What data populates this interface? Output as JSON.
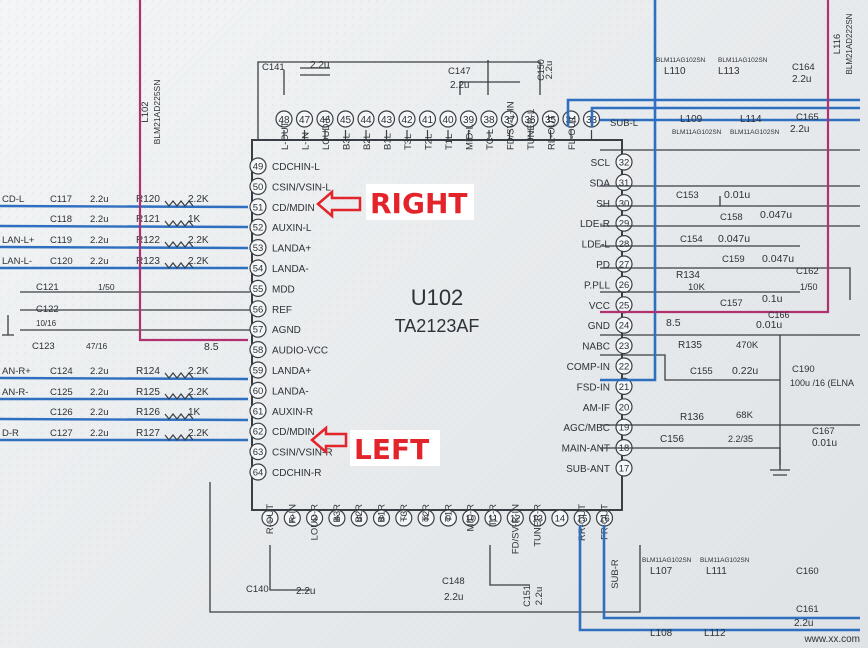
{
  "chip": {
    "ref": "U102",
    "part": "TA2123AF"
  },
  "top_pins": [
    {
      "num": "48",
      "name": "L-OUT"
    },
    {
      "num": "47",
      "name": "L-IN"
    },
    {
      "num": "46",
      "name": "LOUD-L"
    },
    {
      "num": "45",
      "name": "B3L"
    },
    {
      "num": "44",
      "name": "B2L"
    },
    {
      "num": "43",
      "name": "B1L"
    },
    {
      "num": "42",
      "name": "T3L"
    },
    {
      "num": "41",
      "name": "T2L"
    },
    {
      "num": "40",
      "name": "T1L"
    },
    {
      "num": "39",
      "name": "MID-L"
    },
    {
      "num": "38",
      "name": "TC-L"
    },
    {
      "num": "37",
      "name": "FD/SV-L-IN"
    },
    {
      "num": "36",
      "name": "TUNER-L"
    },
    {
      "num": "35",
      "name": "RL-OUT"
    },
    {
      "num": "34",
      "name": "FL-OUT"
    },
    {
      "num": "33",
      "name": ""
    }
  ],
  "left_pins": [
    {
      "num": "49",
      "name": "CDCHIN-L"
    },
    {
      "num": "50",
      "name": "CSIN/VSIN-L"
    },
    {
      "num": "51",
      "name": "CD/MDIN"
    },
    {
      "num": "52",
      "name": "AUXIN-L"
    },
    {
      "num": "53",
      "name": "LANDA+"
    },
    {
      "num": "54",
      "name": "LANDA-"
    },
    {
      "num": "55",
      "name": "MDD"
    },
    {
      "num": "56",
      "name": "REF"
    },
    {
      "num": "57",
      "name": "AGND"
    },
    {
      "num": "58",
      "name": "AUDIO-VCC"
    },
    {
      "num": "59",
      "name": "LANDA+"
    },
    {
      "num": "60",
      "name": "LANDA-"
    },
    {
      "num": "61",
      "name": "AUXIN-R"
    },
    {
      "num": "62",
      "name": "CD/MDIN"
    },
    {
      "num": "63",
      "name": "CSIN/VSIN-R"
    },
    {
      "num": "64",
      "name": "CDCHIN-R"
    }
  ],
  "right_pins": [
    {
      "num": "32",
      "name": "SCL"
    },
    {
      "num": "31",
      "name": "SDA"
    },
    {
      "num": "30",
      "name": "SH"
    },
    {
      "num": "29",
      "name": "LDE-R"
    },
    {
      "num": "28",
      "name": "LDE-L"
    },
    {
      "num": "27",
      "name": "PD"
    },
    {
      "num": "26",
      "name": "P.PLL"
    },
    {
      "num": "25",
      "name": "VCC"
    },
    {
      "num": "24",
      "name": "GND"
    },
    {
      "num": "23",
      "name": "NABC"
    },
    {
      "num": "22",
      "name": "COMP-IN"
    },
    {
      "num": "21",
      "name": "FSD-IN"
    },
    {
      "num": "20",
      "name": "AM-IF"
    },
    {
      "num": "19",
      "name": "AGC/MBC"
    },
    {
      "num": "18",
      "name": "MAIN-ANT"
    },
    {
      "num": "17",
      "name": "SUB-ANT"
    }
  ],
  "bottom_pins": [
    {
      "num": "1",
      "name": "R-OUT"
    },
    {
      "num": "2",
      "name": "R-IN"
    },
    {
      "num": "3",
      "name": "LOUD-R"
    },
    {
      "num": "4",
      "name": "B3R"
    },
    {
      "num": "5",
      "name": "B2R"
    },
    {
      "num": "6",
      "name": "B1R"
    },
    {
      "num": "7",
      "name": "T3R"
    },
    {
      "num": "8",
      "name": "T2R"
    },
    {
      "num": "9",
      "name": "T1R"
    },
    {
      "num": "10",
      "name": "MID-R"
    },
    {
      "num": "11",
      "name": "TC-R"
    },
    {
      "num": "12",
      "name": "FD/SV-R-IN"
    },
    {
      "num": "13",
      "name": "TUNER-R"
    },
    {
      "num": "14",
      "name": ""
    },
    {
      "num": "15",
      "name": "RR-OUT"
    },
    {
      "num": "16",
      "name": "FR-OUT"
    }
  ],
  "left_signals": [
    {
      "net": "CD-L",
      "cap": "C117",
      "cval": "2.2u",
      "res": "R120",
      "rval": "2.2K"
    },
    {
      "net": "",
      "cap": "C118",
      "cval": "2.2u",
      "res": "R121",
      "rval": "1K"
    },
    {
      "net": "LAN-L+",
      "cap": "C119",
      "cval": "2.2u",
      "res": "R122",
      "rval": "2.2K"
    },
    {
      "net": "LAN-L-",
      "cap": "C120",
      "cval": "2.2u",
      "res": "R123",
      "rval": "2.2K"
    },
    {
      "net": "AN-R+",
      "cap": "C124",
      "cval": "2.2u",
      "res": "R124",
      "rval": "2.2K"
    },
    {
      "net": "AN-R-",
      "cap": "C125",
      "cval": "2.2u",
      "res": "R125",
      "rval": "2.2K"
    },
    {
      "net": "",
      "cap": "C126",
      "cval": "2.2u",
      "res": "R126",
      "rval": "1K"
    },
    {
      "net": "D-R",
      "cap": "C127",
      "cval": "2.2u",
      "res": "R127",
      "rval": "2.2K"
    }
  ],
  "left_misc": {
    "c121": "C121",
    "c121v": "1/50",
    "c122": "C122",
    "c122v": "10/16",
    "c123": "C123",
    "c123v": "47/16",
    "l102": "L102",
    "l102p": "BLM21AD225SN",
    "v85": "8.5"
  },
  "top_parts": {
    "c141": "C141",
    "c141v": "2.2u",
    "c147": "C147",
    "c147v": "2.2u",
    "c150": "C150",
    "c150v": "2.2u",
    "l110": "L110",
    "l113": "L113",
    "l110p": "BLM11AG102SN",
    "l113p": "BLM11AG102SN",
    "c164": "C164",
    "c164v": "2.2u",
    "l116": "L116",
    "l116p": "BLM21AD222SN",
    "subl": "SUB-L",
    "l109": "L109",
    "l114": "L114",
    "l109p": "BLM11AG102SN",
    "l114p": "BLM11AG102SN",
    "c165": "C165",
    "c165v": "2.2u"
  },
  "right_parts": {
    "c153": "C153",
    "c153v": "0.01u",
    "c158": "C158",
    "c158v": "0.047u",
    "c154": "C154",
    "c154v": "0.047u",
    "c159": "C159",
    "c159v": "0.047u",
    "r134": "R134",
    "r134v": "10K",
    "c162": "C162",
    "c162v": "1/50",
    "c157": "C157",
    "c157v": "0.1u",
    "c166": "C166",
    "c166v": "0.01u",
    "v85": "8.5",
    "r135": "R135",
    "r135v": "470K",
    "c155": "C155",
    "c155v": "0.22u",
    "c190": "C190",
    "c190v": "100u /16 (ELNA",
    "r136": "R136",
    "r136v": "68K",
    "c156": "C156",
    "c156v": "2.2/35",
    "c167": "C167",
    "c167v": "0.01u"
  },
  "bottom_parts": {
    "c140": "C140",
    "c140v": "2.2u",
    "c148": "C148",
    "c148v": "2.2u",
    "c151": "C151",
    "c151v": "2.2u",
    "subr": "SUB-R",
    "l107": "L107",
    "l111": "L111",
    "l107p": "BLM11AG102SN",
    "l111p": "BLM11AG102SN",
    "c160": "C160",
    "l108": "L108",
    "l112": "L112",
    "c161": "C161",
    "c161v": "2.2u"
  },
  "callouts": {
    "right": "RIGHT",
    "left": "LEFT"
  },
  "watermark": "www.xx.com",
  "colors": {
    "wire": "#3a3f45",
    "blue": "#2f6fc0",
    "magenta": "#b03070",
    "callout": "#e3242b"
  }
}
